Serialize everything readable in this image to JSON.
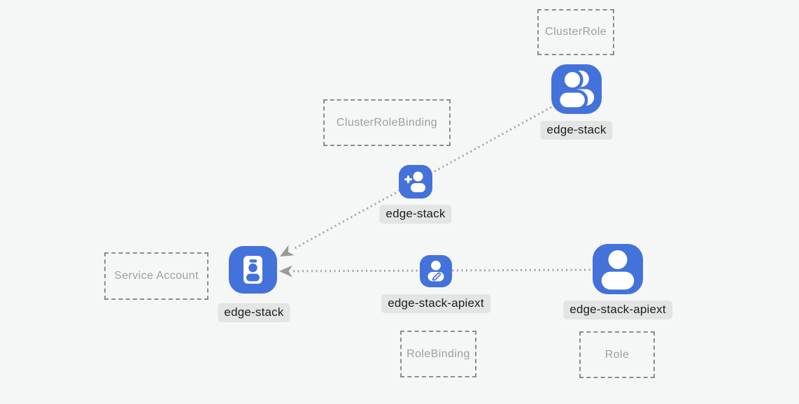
{
  "diagram": {
    "title": "kubernetes-rbac-bindings",
    "colors": {
      "background": "#f5f6f6",
      "icon_blue": "#4472db",
      "connector_gray": "#a3a3a3",
      "arrow_gray": "#9a9a9a",
      "box_border_gray": "#8d8d8d",
      "box_text_gray": "#9c9ea0",
      "label_bg": "#e3e4e4",
      "label_text": "#1d1d1f"
    },
    "nodes": [
      {
        "kind": "ClusterRole",
        "name": "edge-stack",
        "icon": "users-icon"
      },
      {
        "kind": "ClusterRoleBinding",
        "name": "edge-stack",
        "icon": "user-plus-icon"
      },
      {
        "kind": "Service Account",
        "name": "edge-stack",
        "icon": "id-badge-icon"
      },
      {
        "kind": "RoleBinding",
        "name": "edge-stack-apiext",
        "icon": "user-edit-icon"
      },
      {
        "kind": "Role",
        "name": "edge-stack-apiext",
        "icon": "user-icon"
      }
    ],
    "edges": [
      {
        "from": "ClusterRole",
        "via": "ClusterRoleBinding",
        "to": "Service Account",
        "style": "dotted",
        "arrow": "at-service-account"
      },
      {
        "from": "Role",
        "via": "RoleBinding",
        "to": "Service Account",
        "style": "dotted",
        "arrow": "at-service-account"
      }
    ]
  }
}
